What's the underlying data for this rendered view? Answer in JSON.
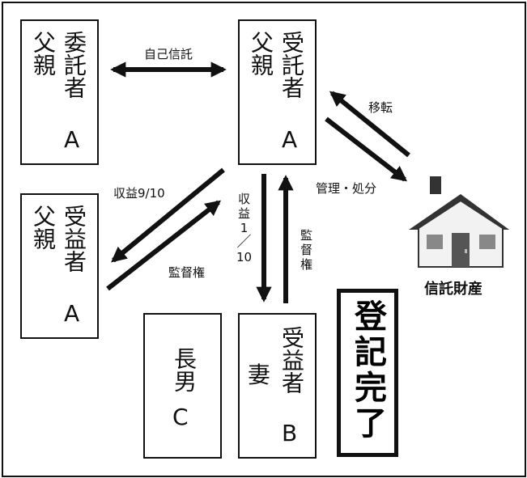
{
  "settlor": {
    "lines": [
      "委託者",
      "父親",
      "A"
    ]
  },
  "trustee": {
    "lines": [
      "受託者",
      "父親",
      "A"
    ]
  },
  "beneficiary_father": {
    "lines": [
      "受益者",
      "父親",
      "A"
    ]
  },
  "eldest_son": {
    "lines": [
      "長男",
      "C"
    ]
  },
  "beneficiary_wife": {
    "lines": [
      "受益者",
      "妻",
      "B"
    ]
  },
  "status": {
    "text": "登記完了"
  },
  "house": {
    "label": "信託財産",
    "icon": "house-icon"
  },
  "arrows": {
    "self_trust": "自己信託",
    "transfer": "移転",
    "manage": "管理・処分",
    "income_father": "収益9/10",
    "supervise_father": "監督権",
    "income_wife": [
      "収",
      "益",
      "1",
      "／",
      "10"
    ],
    "supervise_wife": [
      "監",
      "督",
      "権"
    ]
  },
  "colors": {
    "stroke": "#111111",
    "roof": "#333333",
    "house_wall": "#f2f2f2",
    "door": "#555555"
  }
}
